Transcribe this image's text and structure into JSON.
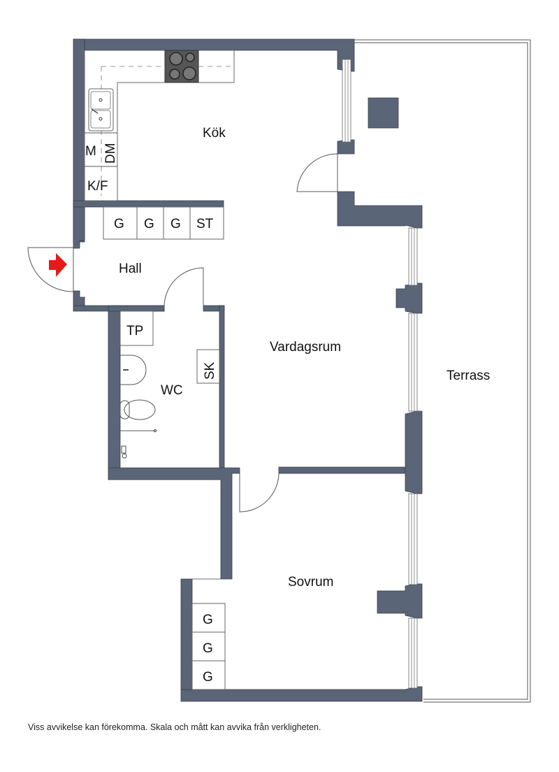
{
  "plan": {
    "rooms": {
      "kitchen": "Kök",
      "hall": "Hall",
      "wc": "WC",
      "living": "Vardagsrum",
      "bedroom": "Sovrum",
      "terrace": "Terrass"
    },
    "fixtures": {
      "microwave": "M",
      "dishwasher": "DM",
      "fridge_freezer": "K/F",
      "hall_wardrobes": [
        "G",
        "G",
        "G",
        "ST"
      ],
      "bedroom_wardrobes": [
        "G",
        "G",
        "G"
      ],
      "dryer_cabinet": "TP",
      "cleaning_cabinet": "SK"
    },
    "colors": {
      "wall": "#5a6577",
      "entrance_arrow": "#e31b1b"
    }
  },
  "footer": {
    "disclaimer": "Viss avvikelse kan förekomma. Skala och mått kan avvika från verkligheten."
  }
}
